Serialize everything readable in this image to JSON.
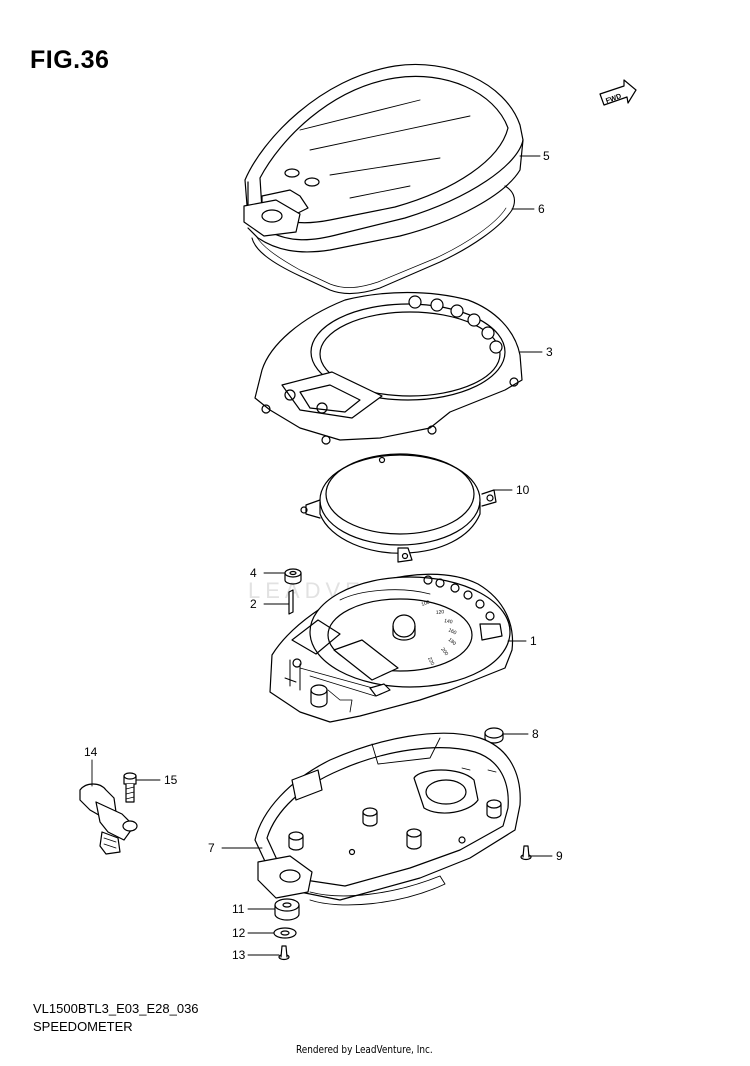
{
  "figure": {
    "title": "FIG.36",
    "model_code": "VL1500BTL3_E03_E28_036",
    "part_name": "SPEEDOMETER",
    "footer": "Rendered by LeadVenture, Inc.",
    "watermark": "LEADVENTURE",
    "fwd_label": "FWD"
  },
  "callouts": [
    {
      "number": "5",
      "part": "cover"
    },
    {
      "number": "6",
      "part": "gasket"
    },
    {
      "number": "3",
      "part": "case-upper"
    },
    {
      "number": "10",
      "part": "ring"
    },
    {
      "number": "4",
      "part": "cushion"
    },
    {
      "number": "2",
      "part": "pin"
    },
    {
      "number": "1",
      "part": "speedometer-assy"
    },
    {
      "number": "8",
      "part": "plug"
    },
    {
      "number": "14",
      "part": "speed-sensor"
    },
    {
      "number": "15",
      "part": "bolt"
    },
    {
      "number": "7",
      "part": "case-lower"
    },
    {
      "number": "9",
      "part": "screw"
    },
    {
      "number": "11",
      "part": "cushion-lower"
    },
    {
      "number": "12",
      "part": "washer"
    },
    {
      "number": "13",
      "part": "screw-lower"
    }
  ],
  "dial_ticks": [
    "100",
    "120",
    "140",
    "160",
    "180",
    "200",
    "220"
  ],
  "colors": {
    "line": "#000000",
    "watermark": "#e2e2e2",
    "background": "#ffffff"
  }
}
